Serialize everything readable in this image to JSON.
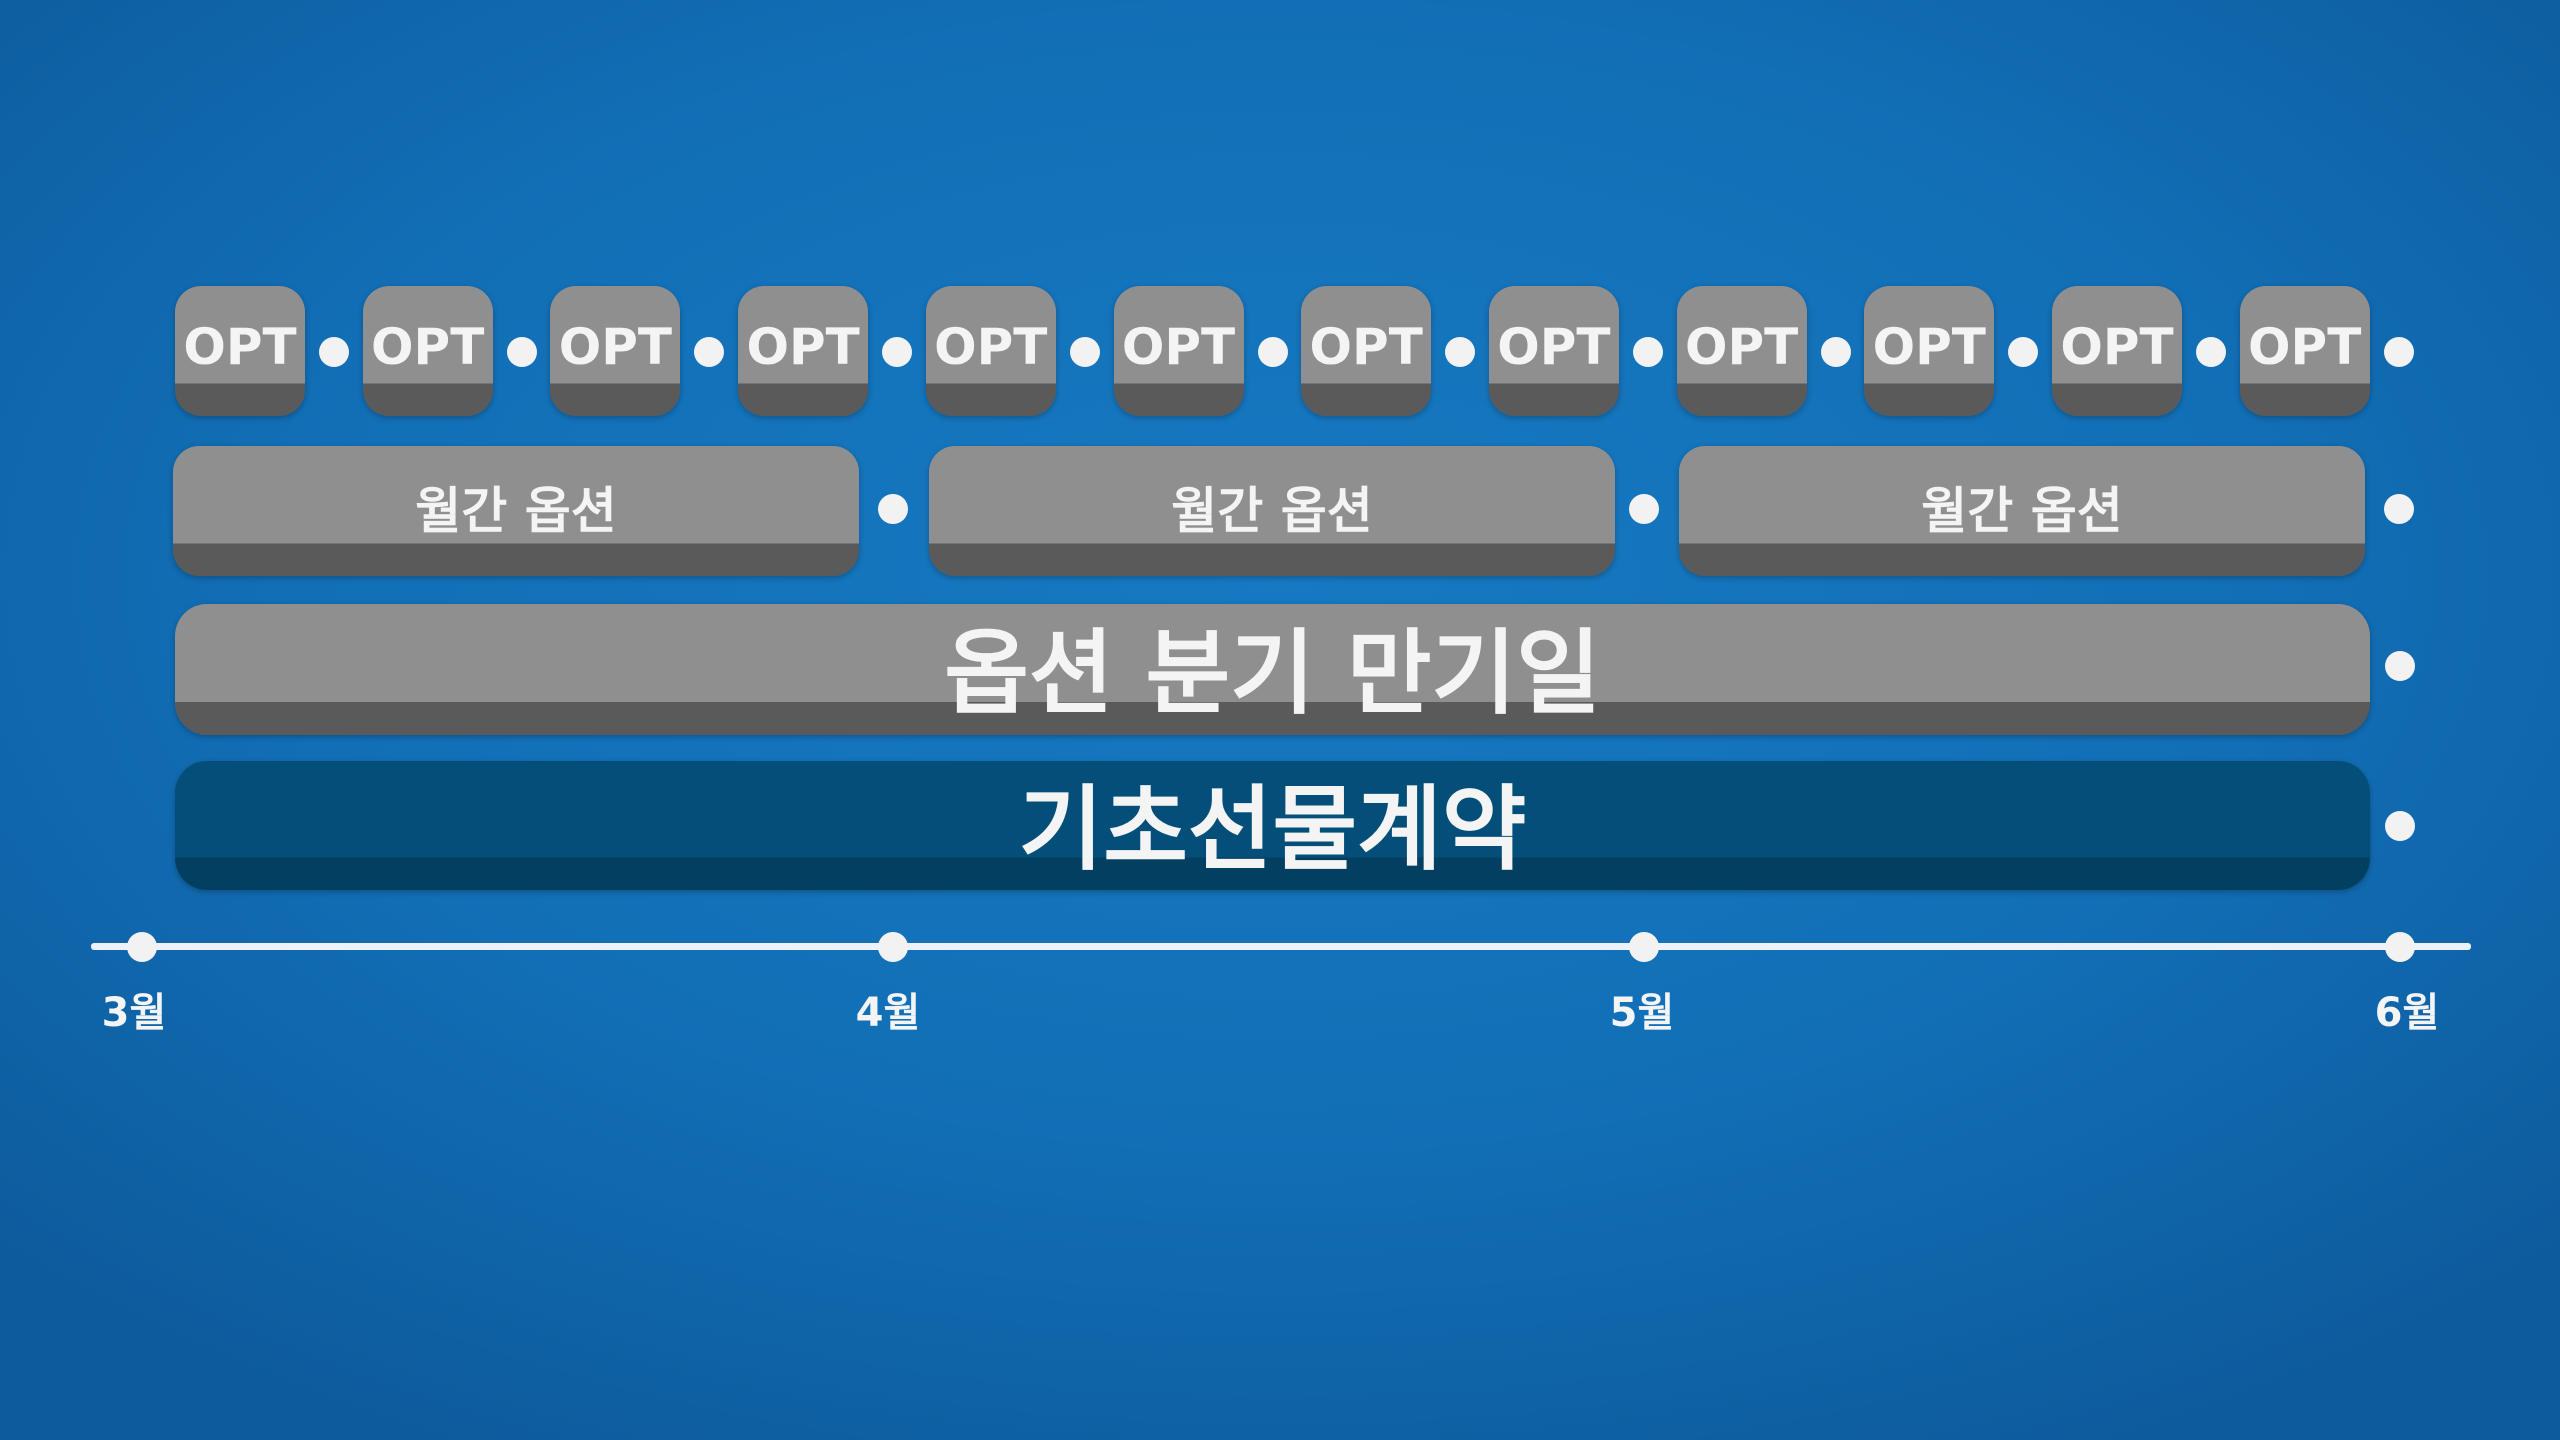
{
  "weekly_options": {
    "label": "OPT",
    "count": 12
  },
  "monthly_options": [
    "월간 옵션",
    "월간 옵션",
    "월간 옵션"
  ],
  "quarterly_expiry": "옵션 분기 만기일",
  "underlying_futures": "기초선물계약",
  "timeline": {
    "months": [
      "3월",
      "4월",
      "5월",
      "6월"
    ]
  },
  "colors": {
    "background": "#1272b9",
    "option_bar": "#8f8f8f",
    "option_bar_shadow": "#5a5a5a",
    "futures_bar": "#044f79",
    "dot": "#f2f2f2"
  }
}
